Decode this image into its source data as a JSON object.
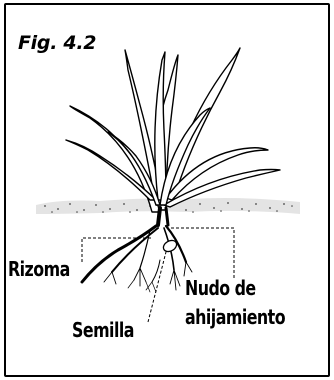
{
  "figure": {
    "caption": "Fig. 4.2"
  },
  "labels": {
    "rizoma": "Rizoma",
    "nudo_line1": "Nudo de",
    "nudo_line2": "ahijamiento",
    "semilla": "Semilla"
  }
}
